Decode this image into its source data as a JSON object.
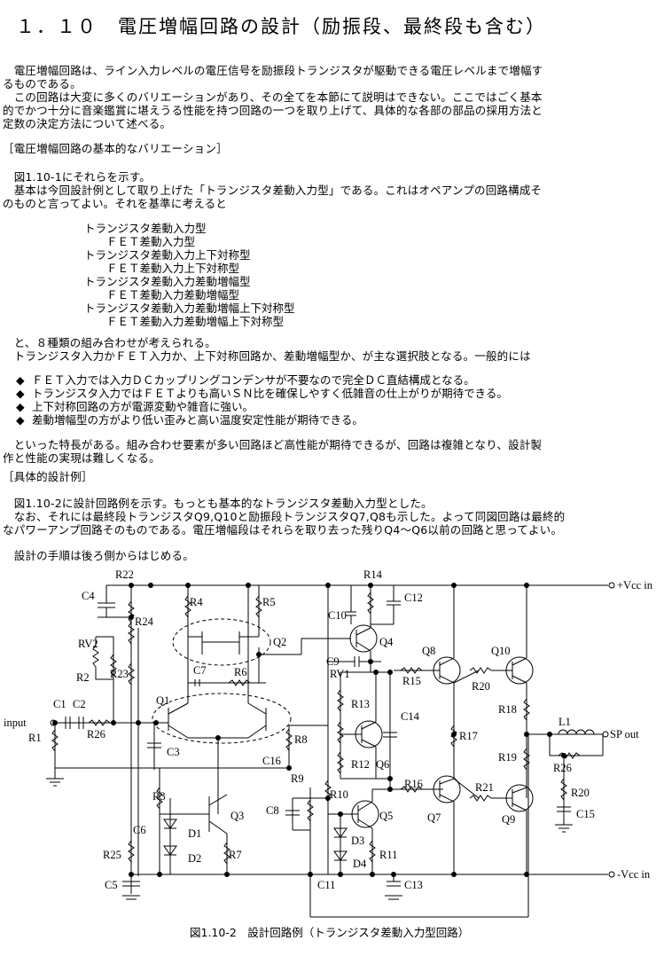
{
  "doc": {
    "title": "１．１０　電圧増幅回路の設計（励振段、最終段も含む）",
    "intro": [
      "　電圧増幅回路は、ライン入力レベルの電圧信号を励振段トランジスタが駆動できる電圧レベルまで増幅す",
      "るものである。",
      "　この回路は大変に多くのバリエーションがあり、その全てを本節にて説明はできない。ここではごく基本",
      "的でかつ十分に音楽鑑賞に堪えうる性能を持つ回路の一つを取り上げて、具体的な各部の部品の採用方法と",
      "定数の決定方法について述べる。"
    ],
    "section1": "［電圧増幅回路の基本的なバリエーション］",
    "section1_body": [
      "　図1.10-1にそれらを示す。",
      "　基本は今回設計例として取り上げた「トランジスタ差動入力型」である。これはオペアンプの回路構成そ",
      "のものと言ってよい。それを基準に考えると"
    ],
    "variations": [
      "トランジスタ差動入力型",
      "　　ＦＥＴ差動入力型",
      "トランジスタ差動入力上下対称型",
      "　　ＦＥＴ差動入力上下対称型",
      "トランジスタ差動入力差動増幅型",
      "　　ＦＥＴ差動入力差動増幅型",
      "トランジスタ差動入力差動増幅上下対称型",
      "　　ＦＥＴ差動入力差動増幅上下対称型"
    ],
    "after_list": [
      "　と、８種類の組み合わせが考えられる。",
      "　トランジスタ入力かＦＥＴ入力か、上下対称回路か、差動増幅型か、が主な選択肢となる。一般的には"
    ],
    "bullet_mark": "◆",
    "bullets": [
      "ＦＥＴ入力では入力ＤＣカップリングコンデンサが不要なので完全ＤＣ直結構成となる。",
      "トランジスタ入力ではＦＥＴよりも高いＳＮ比を確保しやすく低雑音の仕上がりが期待できる。",
      "上下対称回路の方が電源変動や雑音に強い。",
      "差動増幅型の方がより低い歪みと高い温度安定性能が期待できる。"
    ],
    "after_bullets": [
      "　といった特長がある。組み合わせ要素が多い回路ほど高性能が期待できるが、回路は複雑となり、設計製",
      "作と性能の実現は難しくなる。"
    ],
    "section2": "［具体的設計例］",
    "section2_body": [
      "　図1.10-2に設計回路例を示す。もっとも基本的なトランジスタ差動入力型とした。",
      "　なお、それには最終段トランジスタQ9,Q10と励振段トランジスタQ7,Q8も示した。よって同図回路は最終的",
      "なパワーアンプ回路そのものである。電圧増幅段はそれらを取り去った残りQ4～Q6以前の回路と思ってよい。"
    ],
    "procedure": "　設計の手順は後ろ側からはじめる。",
    "caption": "図1.10-2　設計回路例（トランジスタ差動入力型回路）"
  },
  "schematic": {
    "labels": {
      "vcc_pos": "+Vcc in",
      "vcc_neg": "-Vcc in",
      "input": "input",
      "sp_out": "SP out",
      "C1": "C1",
      "C2": "C2",
      "C3": "C3",
      "C4": "C4",
      "C5": "C5",
      "C6": "C6",
      "C7": "C7",
      "C8": "C8",
      "C9": "C9",
      "C10": "C10",
      "C11": "C11",
      "C12": "C12",
      "C13": "C13",
      "C14": "C14",
      "C15": "C15",
      "C16": "C16",
      "R1": "R1",
      "R2": "R2",
      "R3": "R3",
      "R4": "R4",
      "R5": "R5",
      "R6": "R6",
      "R7": "R7",
      "R8": "R8",
      "R9": "R9",
      "R10": "R10",
      "R11": "R11",
      "R12": "R12",
      "R13": "R13",
      "R14": "R14",
      "R15": "R15",
      "R16": "R16",
      "R17": "R17",
      "R18": "R18",
      "R19": "R19",
      "R20a": "R20",
      "R20b": "R20",
      "R21": "R21",
      "R22": "R22",
      "R23": "R23",
      "R24": "R24",
      "R25": "R25",
      "R26a": "R26",
      "R26b": "R26",
      "RV1": "RV1",
      "RV2": "RV2",
      "Q1": "Q1",
      "Q2": "Q2",
      "Q3": "Q3",
      "Q4": "Q4",
      "Q5": "Q5",
      "Q6": "Q6",
      "Q7": "Q7",
      "Q8": "Q8",
      "Q9": "Q9",
      "Q10": "Q10",
      "D1": "D1",
      "D2": "D2",
      "D3": "D3",
      "D4": "D4",
      "L1": "L1"
    }
  }
}
